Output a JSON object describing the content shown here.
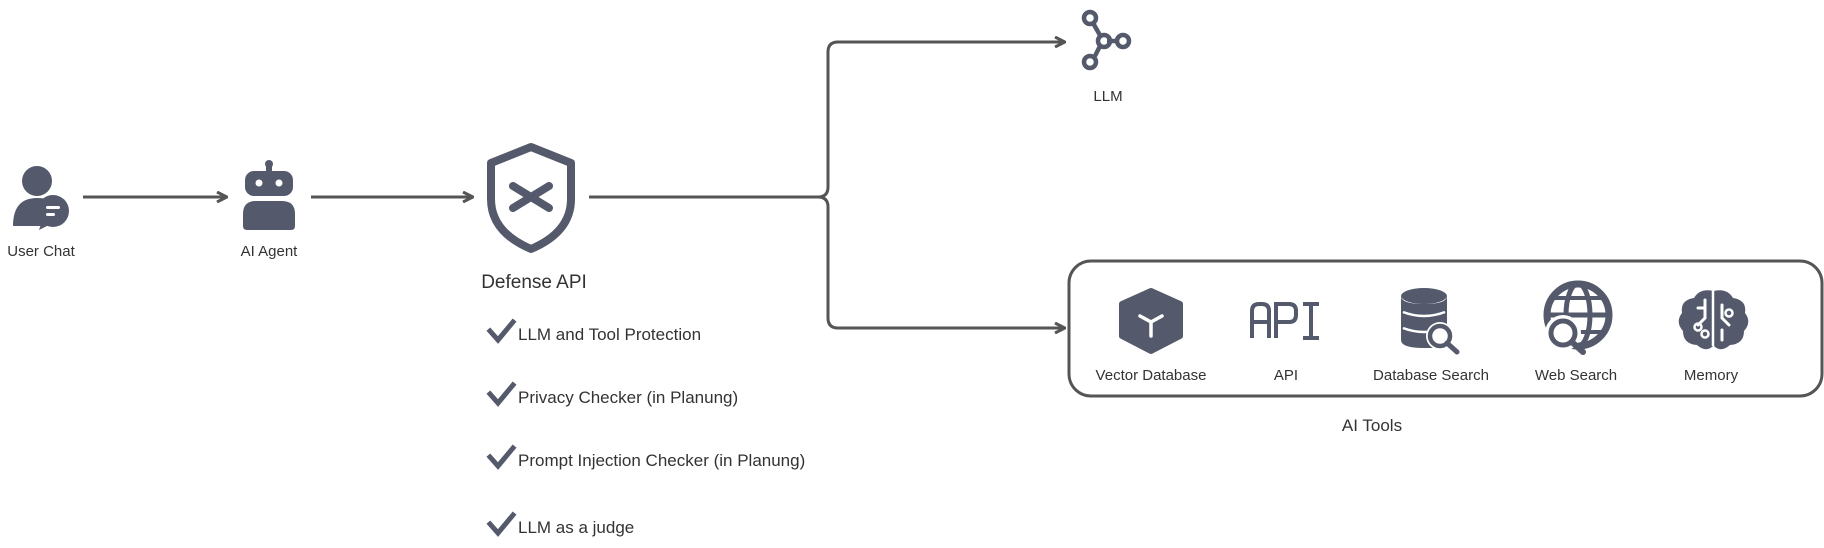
{
  "colors": {
    "icon": "#545a6b",
    "line": "#555555",
    "text": "#333333"
  },
  "nodes": {
    "user_chat": {
      "label": "User Chat",
      "icon": "user-chat-icon"
    },
    "ai_agent": {
      "label": "AI Agent",
      "icon": "robot-icon"
    },
    "defense_api": {
      "label": "Defense API",
      "icon": "shield-icon"
    },
    "llm": {
      "label": "LLM",
      "icon": "network-icon"
    }
  },
  "defense_features": [
    {
      "label": "LLM and Tool Protection",
      "icon": "check-icon"
    },
    {
      "label": "Privacy Checker (in Planung)",
      "icon": "check-icon"
    },
    {
      "label": "Prompt Injection Checker (in Planung)",
      "icon": "check-icon"
    },
    {
      "label": "LLM as a judge",
      "icon": "check-icon"
    }
  ],
  "ai_tools": {
    "label": "AI Tools",
    "items": [
      {
        "label": "Vector Database",
        "icon": "cube-icon"
      },
      {
        "label": "API",
        "icon": "api-icon"
      },
      {
        "label": "Database Search",
        "icon": "database-search-icon"
      },
      {
        "label": "Web Search",
        "icon": "web-search-icon"
      },
      {
        "label": "Memory",
        "icon": "brain-icon"
      }
    ]
  }
}
